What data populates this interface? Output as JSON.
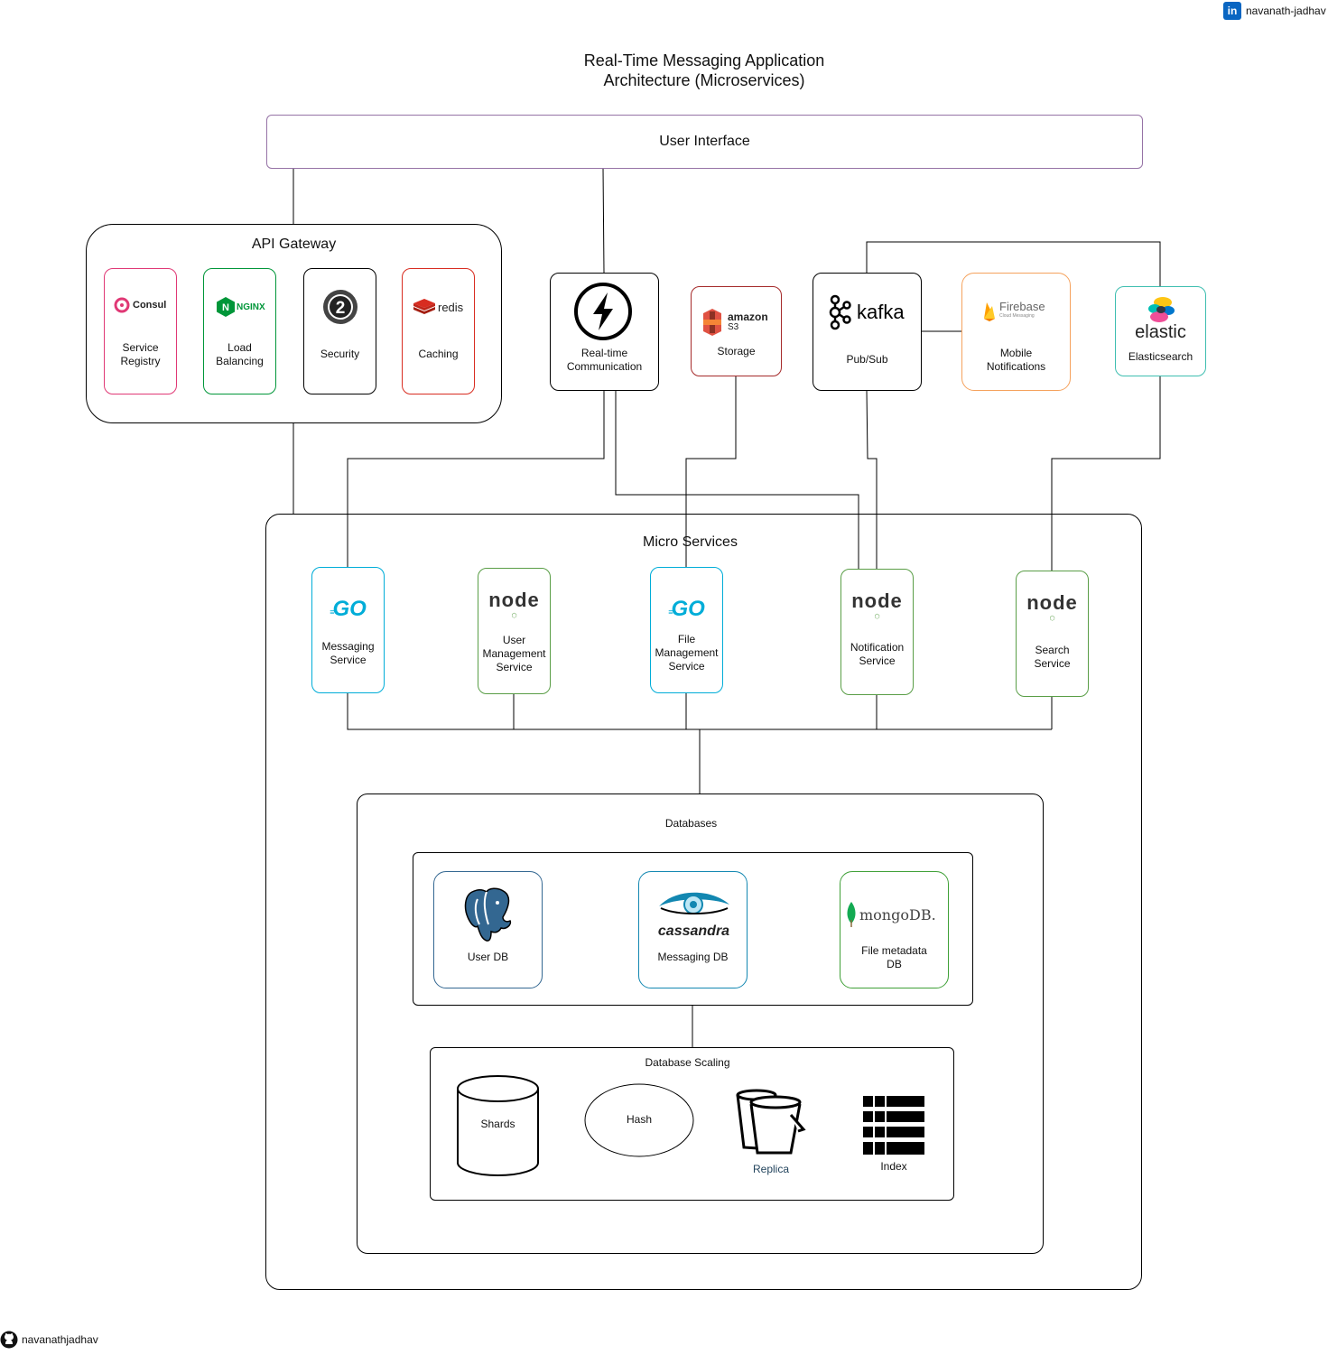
{
  "header": {
    "linkedin_user": "navanath-jadhav",
    "title_line1": "Real-Time Messaging Application",
    "title_line2": "Architecture (Microservices)"
  },
  "footer": {
    "github_user": "navanathjadhav"
  },
  "ui": {
    "label": "User Interface"
  },
  "gateway": {
    "title": "API Gateway",
    "items": [
      {
        "logo": "Consul",
        "line1": "Service",
        "line2": "Registry",
        "icon": "consul-icon",
        "color": "#e03875"
      },
      {
        "logo": "NGINX",
        "line1": "Load",
        "line2": "Balancing",
        "icon": "nginx-icon",
        "color": "#009639"
      },
      {
        "logo": "2",
        "line1": "Security",
        "line2": "",
        "icon": "oauth2-icon",
        "color": "#111111"
      },
      {
        "logo": "redis",
        "line1": "Caching",
        "line2": "",
        "icon": "redis-icon",
        "color": "#d82c20"
      }
    ]
  },
  "external": {
    "realtime": {
      "line1": "Real-time",
      "line2": "Communication",
      "icon": "socketio-icon"
    },
    "storage": {
      "logo1": "amazon",
      "logo2": "S3",
      "label": "Storage",
      "icon": "aws-s3-icon"
    },
    "pubsub": {
      "logo": "kafka",
      "label": "Pub/Sub",
      "icon": "kafka-icon"
    },
    "mobile": {
      "logo": "Firebase",
      "logo_sub": "Cloud Messaging",
      "line1": "Mobile",
      "line2": "Notifications",
      "icon": "firebase-icon"
    },
    "search": {
      "logo": "elastic",
      "label": "Elasticsearch",
      "icon": "elastic-icon"
    }
  },
  "microservices": {
    "title": "Micro Services",
    "items": [
      {
        "logo": "GO",
        "lines": [
          "Messaging",
          "Service"
        ],
        "icon": "golang-icon"
      },
      {
        "logo": "node",
        "lines": [
          "User",
          "Management",
          "Service"
        ],
        "icon": "nodejs-icon"
      },
      {
        "logo": "GO",
        "lines": [
          "File",
          "Management",
          "Service"
        ],
        "icon": "golang-icon"
      },
      {
        "logo": "node",
        "lines": [
          "Notification",
          "Service"
        ],
        "icon": "nodejs-icon"
      },
      {
        "logo": "node",
        "lines": [
          "Search",
          "Service"
        ],
        "icon": "nodejs-icon"
      }
    ]
  },
  "databases": {
    "title": "Databases",
    "items": [
      {
        "logo": "",
        "lines": [
          "User DB"
        ],
        "icon": "postgresql-icon"
      },
      {
        "logo": "cassandra",
        "lines": [
          "Messaging DB"
        ],
        "icon": "cassandra-icon"
      },
      {
        "logo": "mongoDB.",
        "lines": [
          "File metadata",
          "DB"
        ],
        "icon": "mongodb-icon"
      }
    ]
  },
  "scaling": {
    "title": "Database Scaling",
    "shards": "Shards",
    "hash": "Hash",
    "replica": "Replica",
    "index": "Index"
  }
}
